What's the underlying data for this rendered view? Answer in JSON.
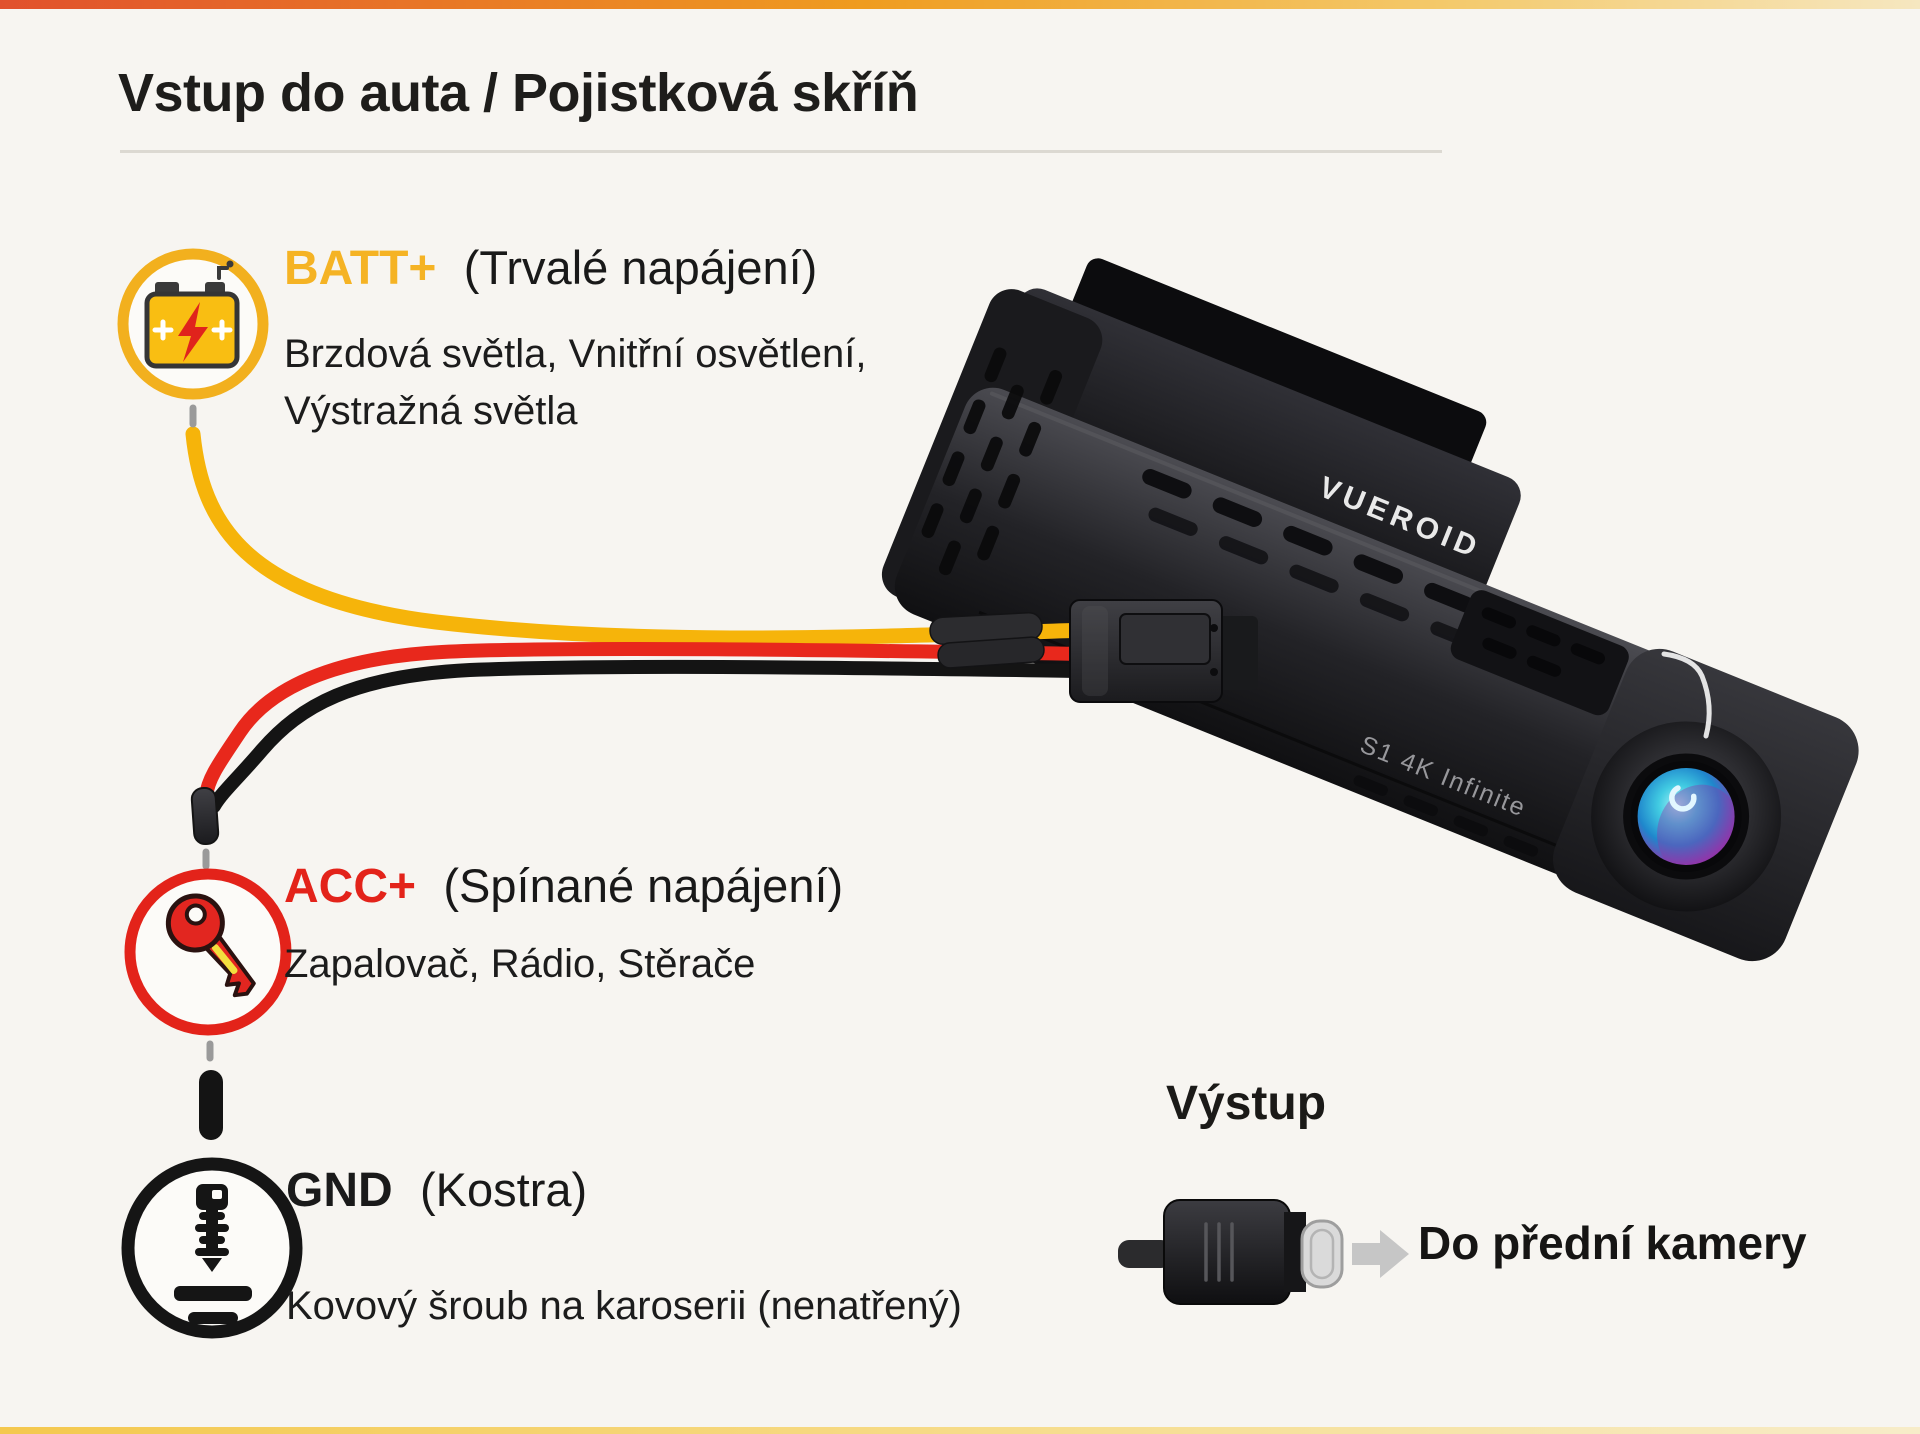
{
  "page": {
    "background": "#f7f5f1",
    "top_strip_colors": [
      "#e1512d",
      "#ef9c20",
      "#f6e7c0"
    ],
    "bottom_strip_colors": [
      "#f4c84e",
      "#f7ecc9"
    ]
  },
  "title": "Vstup do auta / Pojistková skříň",
  "sections": {
    "batt": {
      "icon": "battery-icon",
      "circle_color": "#F2B01E",
      "wire_color": "#F6B40A",
      "label": "BATT+",
      "label_color": "#F5B324",
      "subtitle": "(Trvalé napájení)",
      "description_line1": "Brzdová světla, Vnitřní osvětlení,",
      "description_line2": "Výstražná světla"
    },
    "acc": {
      "icon": "key-icon",
      "circle_color": "#E3231A",
      "wire_color": "#E8281C",
      "label": "ACC+",
      "label_color": "#E3231A",
      "subtitle": "(Spínané napájení)",
      "description": "Zapalovač, Rádio, Stěrače"
    },
    "gnd": {
      "icon": "ground-screw-icon",
      "circle_color": "#151515",
      "wire_color": "#141414",
      "label": "GND",
      "label_color": "#1A1A1A",
      "subtitle": "(Kostra)",
      "description": "Kovový šroub na karoserii (nenatřený)"
    }
  },
  "device": {
    "image": "dashcam-image",
    "brand": "VUEROID",
    "model": "S1 4K Infinite",
    "lens_colors": [
      "#41CBE2",
      "#1F86CC",
      "#8F37AB"
    ]
  },
  "output": {
    "title": "Výstup",
    "icon": "usb-c-connector-icon",
    "arrow_icon": "arrow-right-icon",
    "arrow_color": "#C6C6C6",
    "destination": "Do přední kamery"
  }
}
